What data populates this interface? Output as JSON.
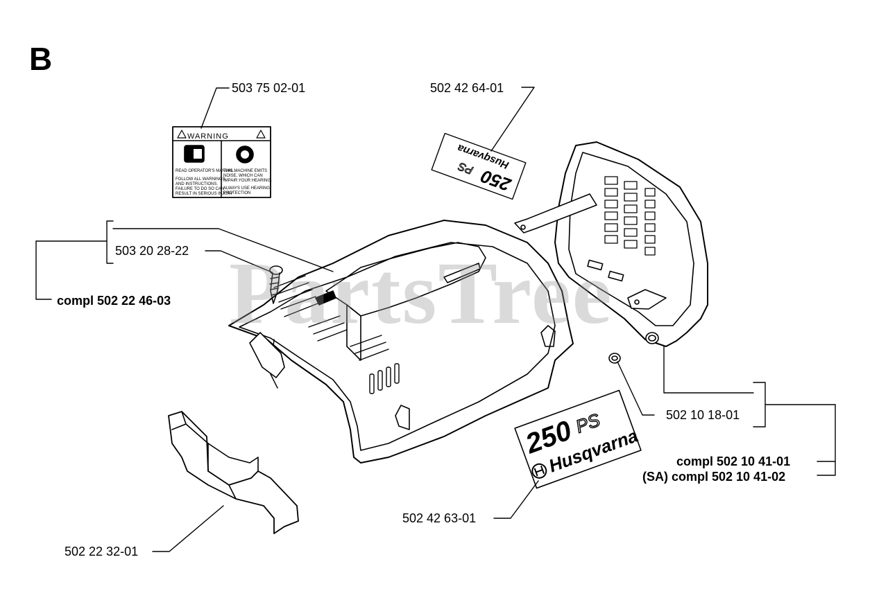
{
  "section": {
    "letter": "B"
  },
  "watermark": "PartsTree",
  "parts": {
    "label_sticker": "503 75 02-01",
    "decal_small": "502 42 64-01",
    "screw": "503 20 28-22",
    "cover_assembly": "compl 502 22 46-03",
    "grommet": "502 10 18-01",
    "muffler_guard_assembly": "compl 502 10 41-01",
    "muffler_guard_assembly_sa": "(SA) compl 502 10 41-02",
    "decal_large": "502 42 63-01",
    "bracket": "502 22 32-01"
  },
  "warning_sticker": {
    "title": "WARNING",
    "left_lines": [
      "READ OPERATOR'S MANUAL.",
      "FOLLOW ALL WARNINGS",
      "AND INSTRUCTIONS.",
      "FAILURE TO DO SO CAN",
      "RESULT IN SERIOUS INJURY"
    ],
    "right_lines": [
      "THIS MACHINE EMITS",
      "NOISE, WHICH CAN",
      "IMPAIR YOUR HEARING.",
      "ALWAYS USE HEARING",
      "PROTECTION"
    ]
  },
  "decal_large": {
    "model": "250",
    "suffix": "PS",
    "brand": "Husqvarna"
  },
  "decal_small": {
    "model": "250",
    "suffix": "PS",
    "brand": "Husqvarna"
  }
}
